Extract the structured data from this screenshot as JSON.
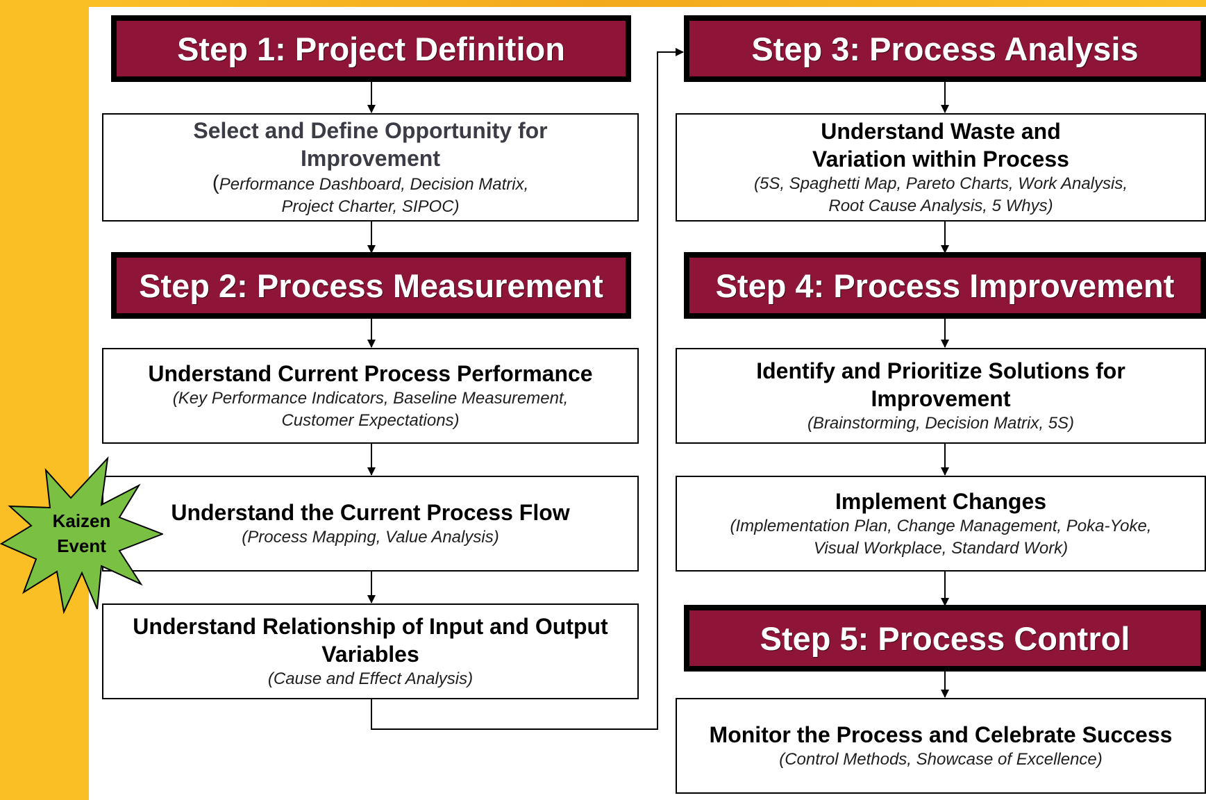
{
  "steps": {
    "step1": "Step 1:  Project Definition",
    "step2": "Step 2:  Process Measurement",
    "step3": "Step 3:  Process Analysis",
    "step4": "Step 4:  Process Improvement",
    "step5": "Step 5:  Process Control"
  },
  "boxes": {
    "select_define": {
      "title_line1": "Select and Define Opportunity for",
      "title_line2": "Improvement",
      "paren": "(",
      "sub_line1": "Performance Dashboard, Decision Matrix,",
      "sub_line2": "Project Charter, SIPOC)"
    },
    "current_performance": {
      "title_line1": "Understand Current Process Performance",
      "sub_line1": "(Key Performance Indicators, Baseline Measurement,",
      "sub_line2": "Customer Expectations)"
    },
    "current_flow": {
      "title_line1": "Understand the Current Process Flow",
      "sub_line1": "(Process Mapping, Value Analysis)"
    },
    "relationship": {
      "title_line1": "Understand Relationship of Input and Output",
      "title_line2": "Variables",
      "sub_line1": "(Cause and Effect Analysis)"
    },
    "waste_variation": {
      "title_line1": "Understand Waste and",
      "title_line2": "Variation within Process",
      "sub_line1": "(5S, Spaghetti Map, Pareto Charts, Work Analysis,",
      "sub_line2": "Root Cause Analysis, 5 Whys)"
    },
    "prioritize_solutions": {
      "title_line1": "Identify and Prioritize Solutions for",
      "title_line2": "Improvement",
      "sub_line1": "(Brainstorming, Decision Matrix, 5S)"
    },
    "implement_changes": {
      "title_line1": "Implement Changes",
      "sub_line1": "(Implementation Plan, Change Management, Poka-Yoke,",
      "sub_line2": "Visual Workplace, Standard Work)"
    },
    "monitor": {
      "title_line1": "Monitor the Process and Celebrate Success",
      "sub_line1": "(Control Methods, Showcase of Excellence)"
    }
  },
  "kaizen": {
    "line1": "Kaizen",
    "line2": "Event"
  },
  "colors": {
    "step_fill": "#8E1538",
    "background": "#FBBF26",
    "kaizen_fill": "#7AC143",
    "panel": "#FFFFFF"
  }
}
